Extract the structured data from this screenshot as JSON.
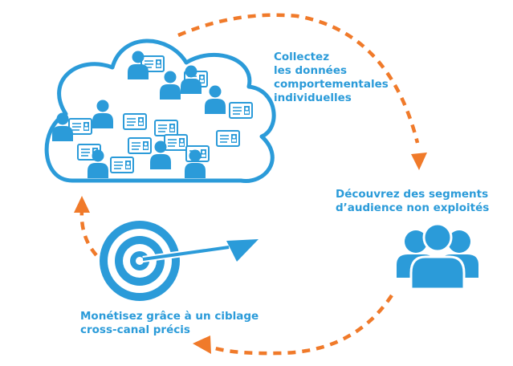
{
  "colors": {
    "blue": "#2b9bd9",
    "orange": "#f07a2a",
    "white": "#ffffff"
  },
  "icons": {
    "cloud": "cloud-icon",
    "audience": "people-group-icon",
    "target": "target-arrow-icon"
  },
  "steps": [
    {
      "id": "collect",
      "lines": [
        "Collectez",
        "les données",
        "comportementales",
        "individuelles"
      ]
    },
    {
      "id": "discover",
      "lines": [
        "Découvrez des segments",
        "d’audience non exploités"
      ]
    },
    {
      "id": "monetize",
      "lines": [
        "Monétisez grâce à un ciblage",
        "cross-canal précis"
      ]
    }
  ]
}
